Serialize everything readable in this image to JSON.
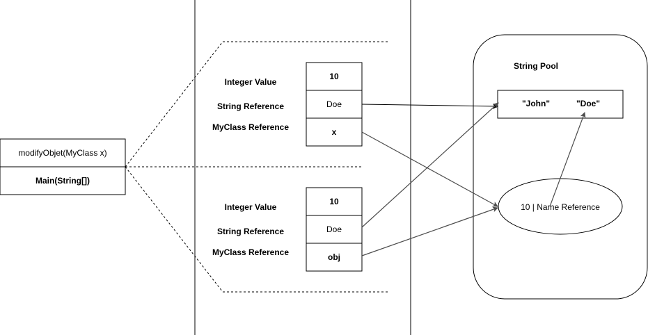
{
  "stack": {
    "top_frame": "modifyObjet(MyClass x)",
    "bottom_frame": "Main(String[])"
  },
  "upper_frame": {
    "labels": [
      "Integer Value",
      "String Reference",
      "MyClass Reference"
    ],
    "cells": [
      "10",
      "Doe",
      "x"
    ]
  },
  "lower_frame": {
    "labels": [
      "Integer Value",
      "String Reference",
      "MyClass Reference"
    ],
    "cells": [
      "10",
      "Doe",
      "obj"
    ]
  },
  "heap": {
    "pool_title": "String Pool",
    "pool_strings": [
      "\"John\"",
      "\"Doe\""
    ],
    "object_label": "10 | Name Reference"
  },
  "colors": {
    "stroke": "#000000",
    "arrow_gray": "#4d4d4d"
  }
}
